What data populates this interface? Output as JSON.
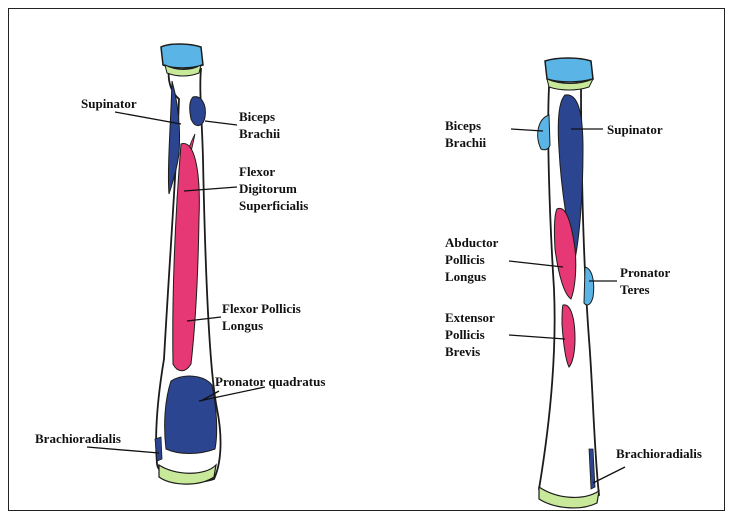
{
  "colors": {
    "bone_fill": "#ffffff",
    "bone_outline": "#1c1c1c",
    "cartilage_blue": "#5ab4e6",
    "cartilage_green": "#c8e89a",
    "muscle_navy": "#2b4590",
    "muscle_pink": "#e63874",
    "leader_line": "#111111",
    "frame": "#222222"
  },
  "labels": {
    "left": {
      "supinator": "Supinator",
      "biceps_brachii": "Biceps\nBrachii",
      "flexor_digitorum_superficialis": "Flexor\nDigitorum\nSuperficialis",
      "flexor_pollicis_longus": "Flexor Pollicis\nLongus",
      "pronator_quadratus": "Pronator quadratus",
      "brachioradialis": "Brachioradialis"
    },
    "right": {
      "biceps_brachii": "Biceps\nBrachii",
      "supinator": "Supinator",
      "abductor_pollicis_longus": "Abductor\nPollicis\nLongus",
      "pronator_teres": "Pronator\nTeres",
      "extensor_pollicis_brevis": "Extensor\nPollicis\nBrevis",
      "brachioradialis": "Brachioradialis"
    }
  }
}
